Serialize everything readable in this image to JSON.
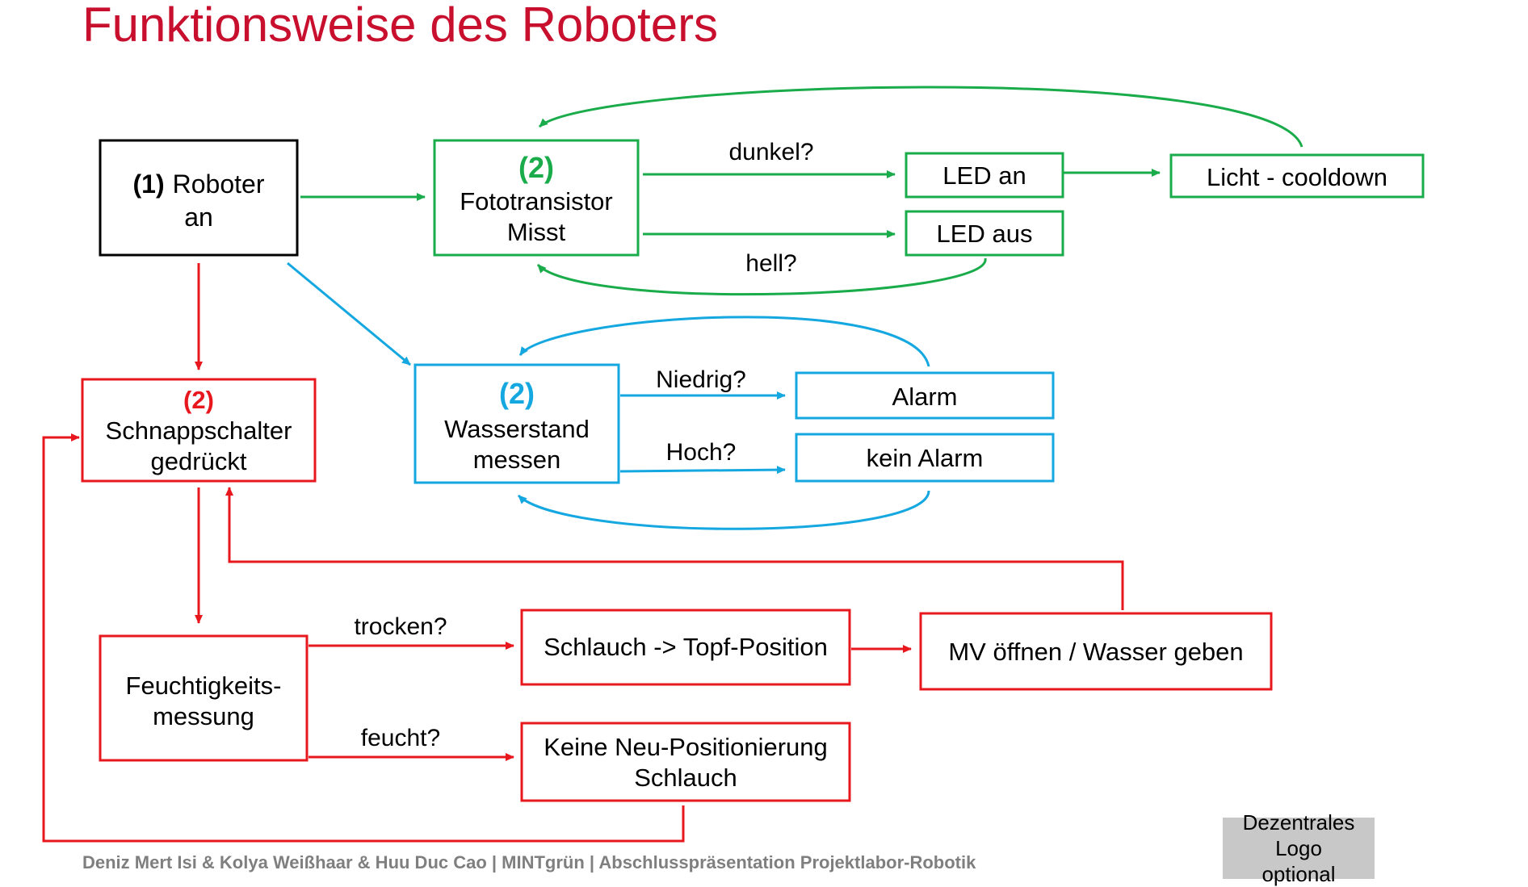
{
  "title": "Funktionsweise des Roboters",
  "colors": {
    "start": "#000000",
    "light": "#1aab4a",
    "water": "#14a7e0",
    "switch": "#e8171d",
    "title": "#c8102e",
    "footer": "#7f7f7f",
    "logo_bg": "#c8c8c8"
  },
  "nodes": {
    "start": {
      "num": "(1)",
      "line1": "Roboter",
      "line2": "an"
    },
    "photo": {
      "num": "(2)",
      "line1": "Fototransistor",
      "line2": "Misst"
    },
    "led_on": {
      "label": "LED an"
    },
    "led_off": {
      "label": "LED aus"
    },
    "cooldown": {
      "label": "Licht - cooldown"
    },
    "water": {
      "num": "(2)",
      "line1": "Wasserstand",
      "line2": "messen"
    },
    "alarm": {
      "label": "Alarm"
    },
    "no_alarm": {
      "label": "kein Alarm"
    },
    "switch": {
      "num": "(2)",
      "line1": "Schnappschalter",
      "line2": "gedrückt"
    },
    "moisture": {
      "line1": "Feuchtigkeits-",
      "line2": "messung"
    },
    "hose": {
      "label": "Schlauch -> Topf-Position"
    },
    "valve": {
      "label": "MV öffnen / Wasser geben"
    },
    "no_reposition": {
      "line1": "Keine Neu-Positionierung",
      "line2": "Schlauch"
    }
  },
  "edges": {
    "dark": "dunkel?",
    "bright": "hell?",
    "low": "Niedrig?",
    "high": "Hoch?",
    "dry": "trocken?",
    "wet": "feucht?"
  },
  "footer": "Deniz Mert Isi & Kolya Weißhaar & Huu Duc Cao | MINTgrün | Abschlusspräsentation Projektlabor-Robotik",
  "logo": {
    "line1": "Dezentrales Logo",
    "line2": "optional"
  }
}
